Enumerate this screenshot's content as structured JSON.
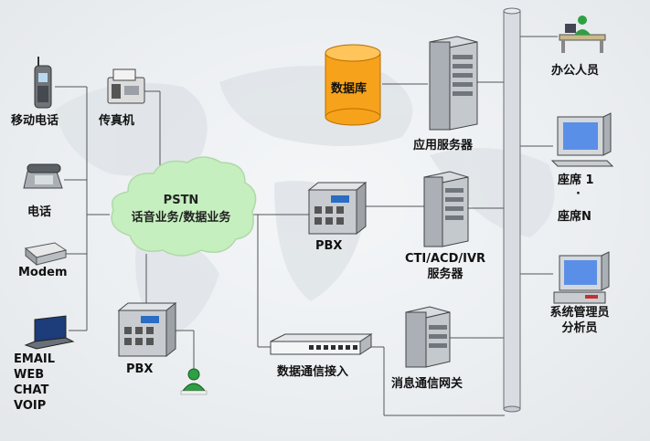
{
  "nodes": {
    "mobile_phone": "移动电话",
    "fax": "传真机",
    "phone": "电话",
    "modem": "Modem",
    "pstn_title": "PSTN",
    "pstn_subtitle": "话音业务/数据业务",
    "pbx_top": "PBX",
    "pbx_bottom": "PBX",
    "email_lines": [
      "EMAIL",
      "WEB",
      "CHAT",
      "VOIP"
    ],
    "database": "数据库",
    "app_server": "应用服务器",
    "cti_server_line1": "CTI/ACD/IVR",
    "cti_server_line2": "服务器",
    "data_access": "数据通信接入",
    "message_gateway": "消息通信网关",
    "office_staff": "办公人员",
    "seat_1": "座席 1",
    "seat_dot": "·",
    "seat_n": "座席N",
    "admin_line1": "系统管理员",
    "admin_line2": "分析员"
  },
  "colors": {
    "cloud_fill": "#c6efc0",
    "database_fill": "#f7a21b",
    "bus_fill": "#d9dde2",
    "line": "#555555"
  }
}
